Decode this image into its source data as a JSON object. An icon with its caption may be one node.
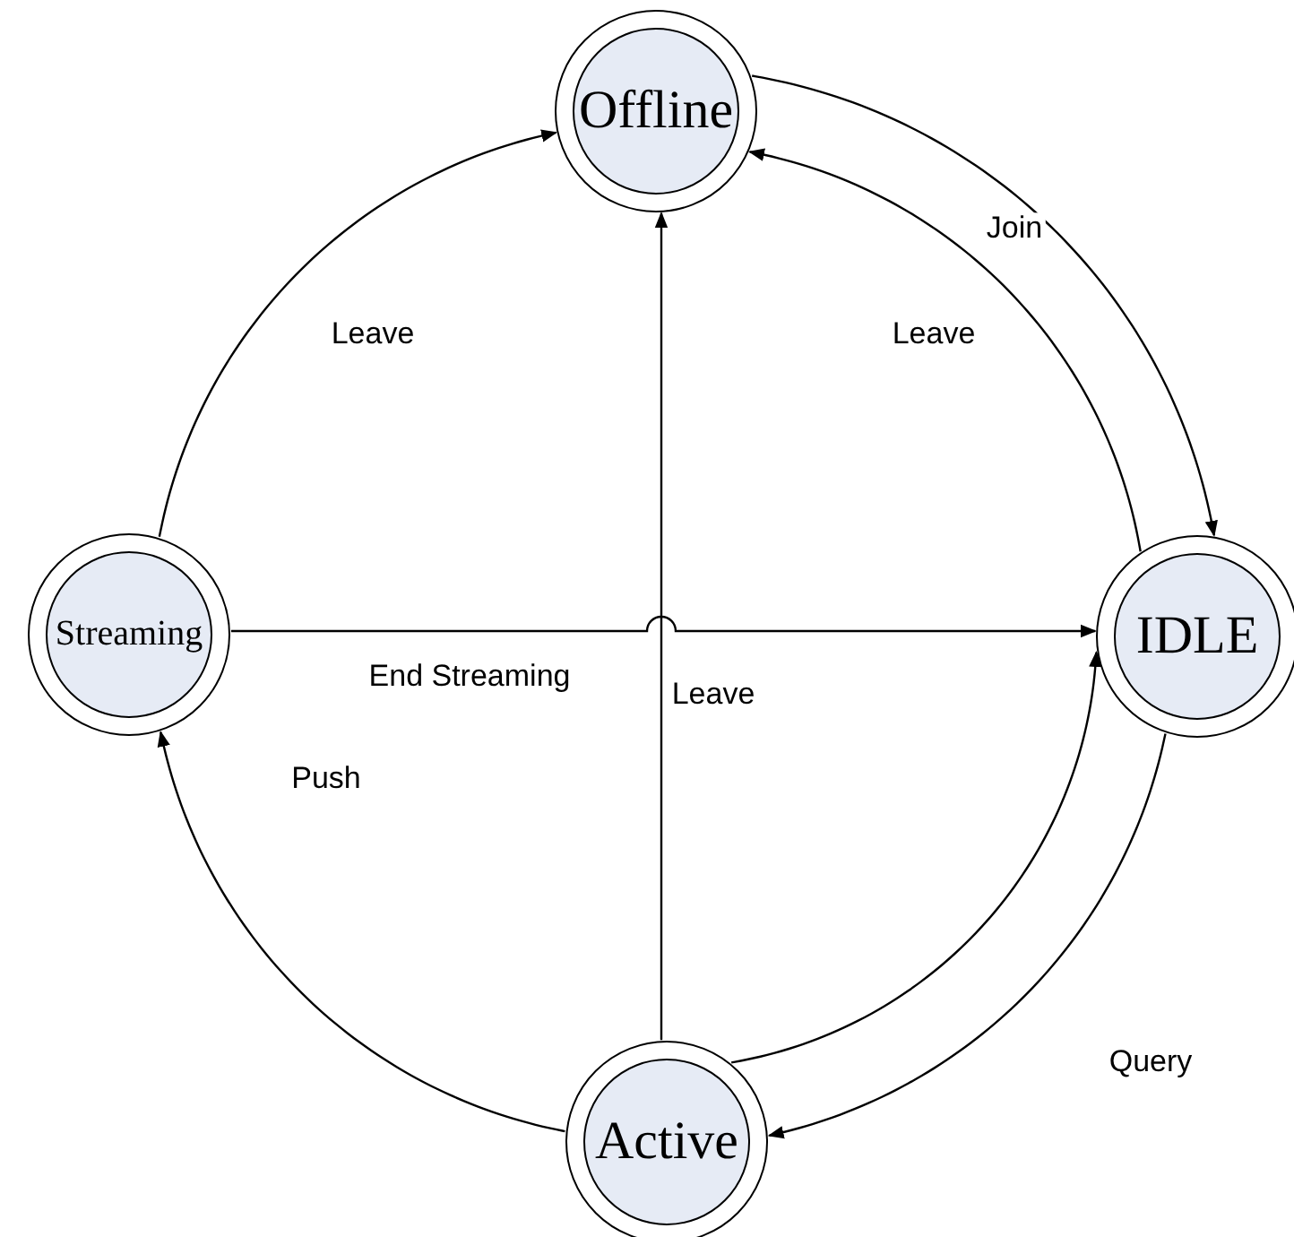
{
  "diagram": {
    "nodes": [
      {
        "text": [
          "Offline"
        ]
      },
      {
        "text": [
          "Streaming"
        ]
      },
      {
        "text": [
          "IDLE"
        ]
      },
      {
        "text": [
          "Active"
        ]
      }
    ],
    "edges": [
      {
        "from": 0,
        "to": 2,
        "arrow": "to",
        "label": "Join"
      },
      {
        "from": 2,
        "to": 0,
        "arrow": "to",
        "label": "Leave"
      },
      {
        "from": 1,
        "to": 0,
        "arrow": "to",
        "label": "Leave"
      },
      {
        "from": 1,
        "to": 2,
        "arrow": "to",
        "label": "End Streaming"
      },
      {
        "from": 3,
        "to": 0,
        "arrow": "to",
        "label": "Leave"
      },
      {
        "from": 3,
        "to": 1,
        "arrow": "to",
        "label": "Push"
      },
      {
        "from": 2,
        "to": 3,
        "arrow": "to",
        "label": "Query"
      },
      {
        "from": 3,
        "to": 2,
        "arrow": "to"
      }
    ]
  }
}
